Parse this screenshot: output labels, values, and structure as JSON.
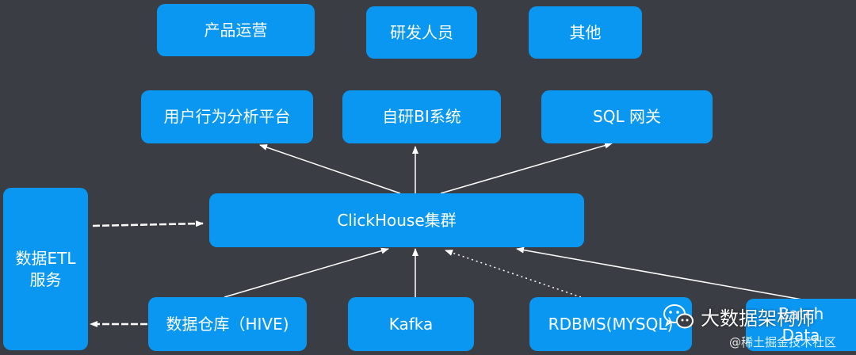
{
  "top_row": [
    "产品运营",
    "研发人员",
    "其他"
  ],
  "consumers": [
    "用户行为分析平台",
    "自研BI系统",
    "SQL 网关"
  ],
  "cluster": "ClickHouse集群",
  "etl": {
    "line1": "数据ETL",
    "line2": "服务"
  },
  "sources": [
    "数据仓库（HIVE)",
    "Kafka",
    "RDBMS(MYSQL)"
  ],
  "batch": {
    "line1": "Batch",
    "line2": "Data"
  },
  "watermark": {
    "title": "大数据架构师",
    "sub": "@稀土掘金技术社区"
  },
  "colors": {
    "background": "#3a3d43",
    "box": "#0a97f2",
    "text": "#ffffff",
    "arrow": "#ffffff"
  }
}
